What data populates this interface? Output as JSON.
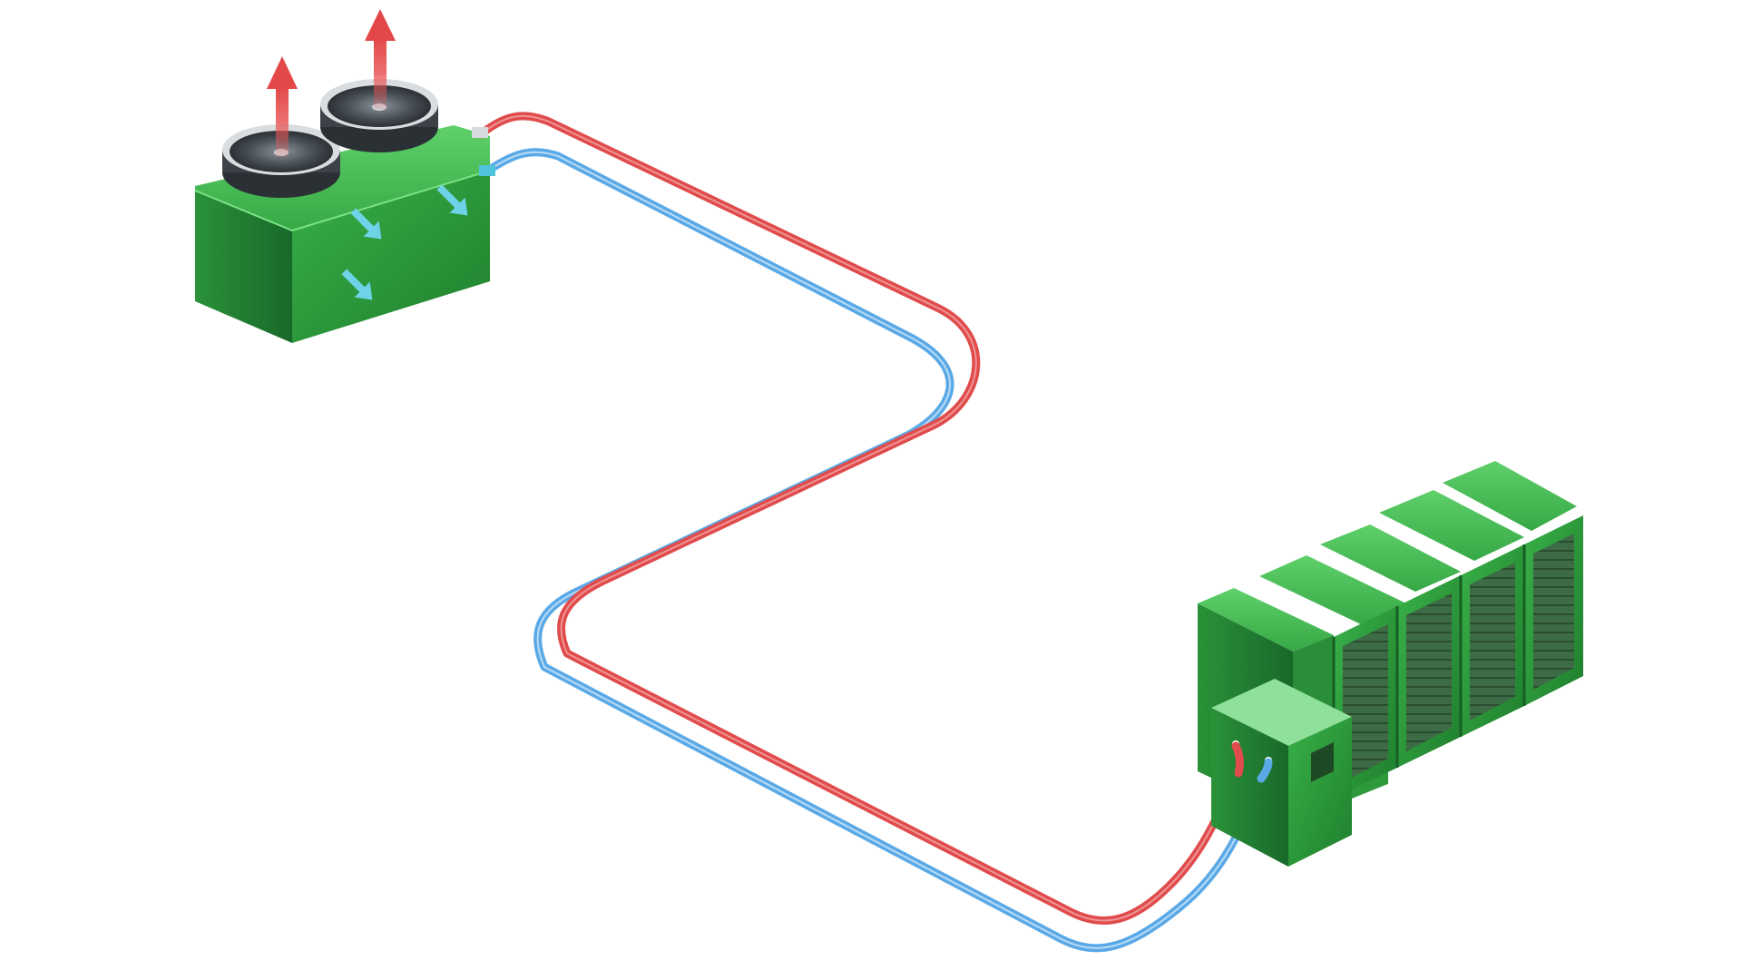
{
  "diagram": {
    "colors": {
      "background": "#ffffff",
      "unit_green": "#2e9a3c",
      "unit_green_dark": "#1f7a2c",
      "unit_green_light": "#4cc25a",
      "hot_pipe": "#e04b4b",
      "cold_pipe": "#5aa9e6",
      "pipe_gap": "#ffffff",
      "exhaust_arrow": "#e85555",
      "intake_arrow": "#6fd3e8",
      "fan_housing": "#3a3f44",
      "rack_panel": "#3c6b45"
    },
    "components": [
      {
        "id": "dry-cooler",
        "icon": "dry-cooler-icon",
        "fans": 2
      },
      {
        "id": "server-racks",
        "icon": "server-rack-icon",
        "racks": 5
      },
      {
        "id": "pump-unit",
        "icon": "pump-unit-icon"
      }
    ],
    "pipes": [
      {
        "id": "hot-supply-pipe",
        "color_key": "hot_pipe"
      },
      {
        "id": "cold-return-pipe",
        "color_key": "cold_pipe"
      }
    ],
    "airflow": {
      "exhaust_arrows": 2,
      "intake_arrows": 3
    }
  }
}
